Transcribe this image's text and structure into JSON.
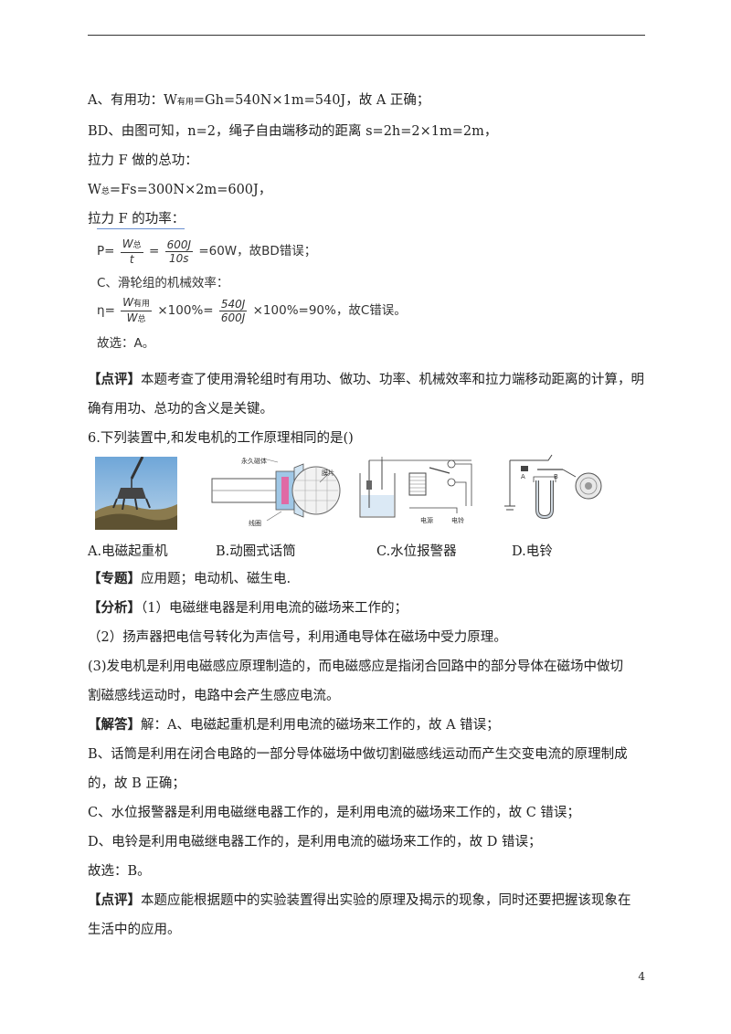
{
  "lineA": {
    "pre": "A、有用功：W",
    "sub": "有用",
    "post": "=Gh=540N×1m=540J，故 A 正确；"
  },
  "lineBD": "BD、由图可知，n=2，绳子自由端移动的距离 s=2h=2×1m=2m，",
  "totalWorkLabel": "拉力 F 做的总功：",
  "totalWork": {
    "pre": "W",
    "sub": "总",
    "post": "=Fs=300N×2m=600J，"
  },
  "powerLabel": "拉力 F 的功率：",
  "power": {
    "p": "P",
    "eq1": "=",
    "w": "W",
    "wsub": "总",
    "t": "t",
    "eq2": "=",
    "num": "600J",
    "den": "10s",
    "tail": "=60W，故BD错误；"
  },
  "lineC": "C、滑轮组的机械效率：",
  "eta": {
    "eta": "η",
    "eq1": "=",
    "wnum": "W",
    "wnumsub": "有用",
    "wden": "W",
    "wdensub": "总",
    "mid": "×100%=",
    "num": "540J",
    "den": "600J",
    "tail": "×100%=90%，故C错误。"
  },
  "choose1": "故选：A。",
  "review1": {
    "tag": "【点评】",
    "l1": "本题考查了使用滑轮组时有用功、做功、功率、机械效率和拉力端移动距离的计算，明",
    "l2": "确有用功、总功的含义是关键。"
  },
  "q6": "6.下列装置中,和发电机的工作原理相同的是()",
  "fig_labels": {
    "f2a": "永久磁体",
    "f2b": "线圈",
    "f2c": "膜片",
    "f3a": "电源",
    "f3b": "电铃"
  },
  "options": [
    "A.电磁起重机",
    "B.动圈式话筒",
    "C.水位报警器",
    "D.电铃"
  ],
  "topic": {
    "tag": "【专题】",
    "text": "应用题；电动机、磁生电."
  },
  "analysis": {
    "tag": "【分析】",
    "l1": "（1）电磁继电器是利用电流的磁场来工作的；",
    "l2": "（2）扬声器把电信号转化为声信号，利用通电导体在磁场中受力原理。",
    "l3": "(3)发电机是利用电磁感应原理制造的，而电磁感应是指闭合回路中的部分导体在磁场中做切",
    "l4": "割磁感线运动时，电路中会产生感应电流。"
  },
  "answer": {
    "tag": "【解答】",
    "l1": "解：A、电磁起重机是利用电流的磁场来工作的，故 A 错误；",
    "l2": "B、话筒是利用在闭合电路的一部分导体磁场中做切割磁感线运动而产生交变电流的原理制成",
    "l3": "的，故 B 正确；",
    "l4": "C、水位报警器是利用电磁继电器工作的，是利用电流的磁场来工作的，故 C 错误；",
    "l5": "D、电铃是利用电磁继电器工作的，是利用电流的磁场来工作的，故 D 错误；",
    "l6": "故选：B。"
  },
  "review2": {
    "tag": "【点评】",
    "l1": "本题应能根据题中的实验装置得出实验的原理及揭示的现象，同时还要把握该现象在",
    "l2": "生活中的应用。"
  },
  "page": "4"
}
